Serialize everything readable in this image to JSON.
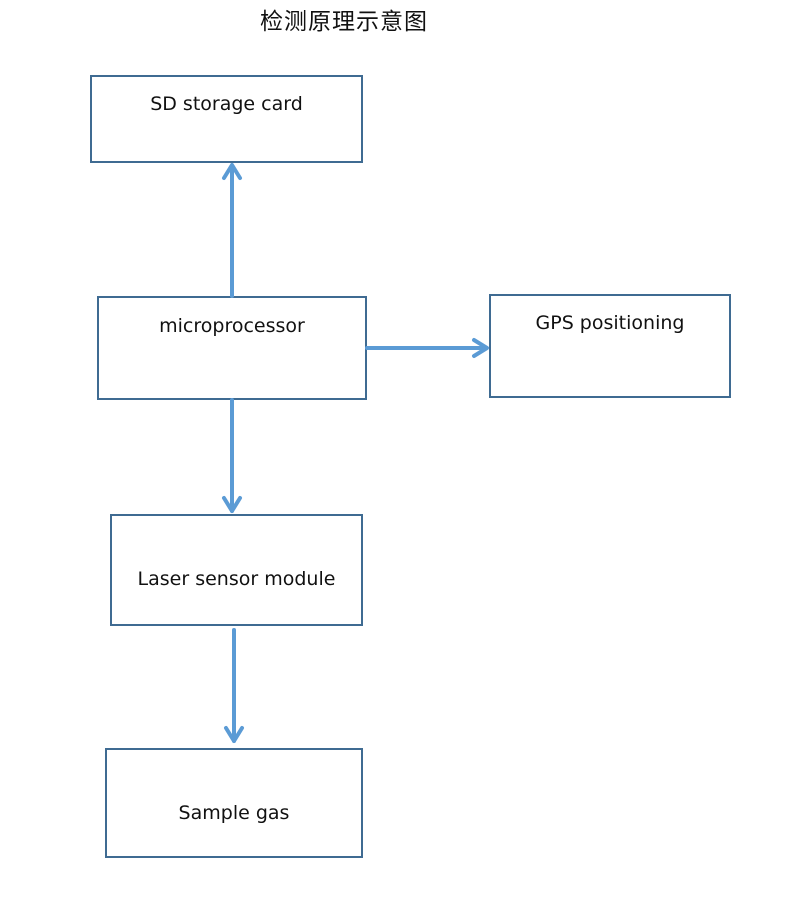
{
  "diagram": {
    "title": "检测原理示意图",
    "nodes": {
      "sd": {
        "label": "SD storage card"
      },
      "microprocessor": {
        "label": "microprocessor"
      },
      "gps": {
        "label": "GPS positioning"
      },
      "laser": {
        "label": "Laser sensor module"
      },
      "sample": {
        "label": "Sample gas"
      }
    },
    "edges": [
      {
        "from": "microprocessor",
        "to": "sd"
      },
      {
        "from": "microprocessor",
        "to": "gps"
      },
      {
        "from": "microprocessor",
        "to": "laser"
      },
      {
        "from": "laser",
        "to": "sample"
      }
    ],
    "colors": {
      "arrow": "#5b9bd5",
      "box_border": "#3f6b92"
    }
  }
}
